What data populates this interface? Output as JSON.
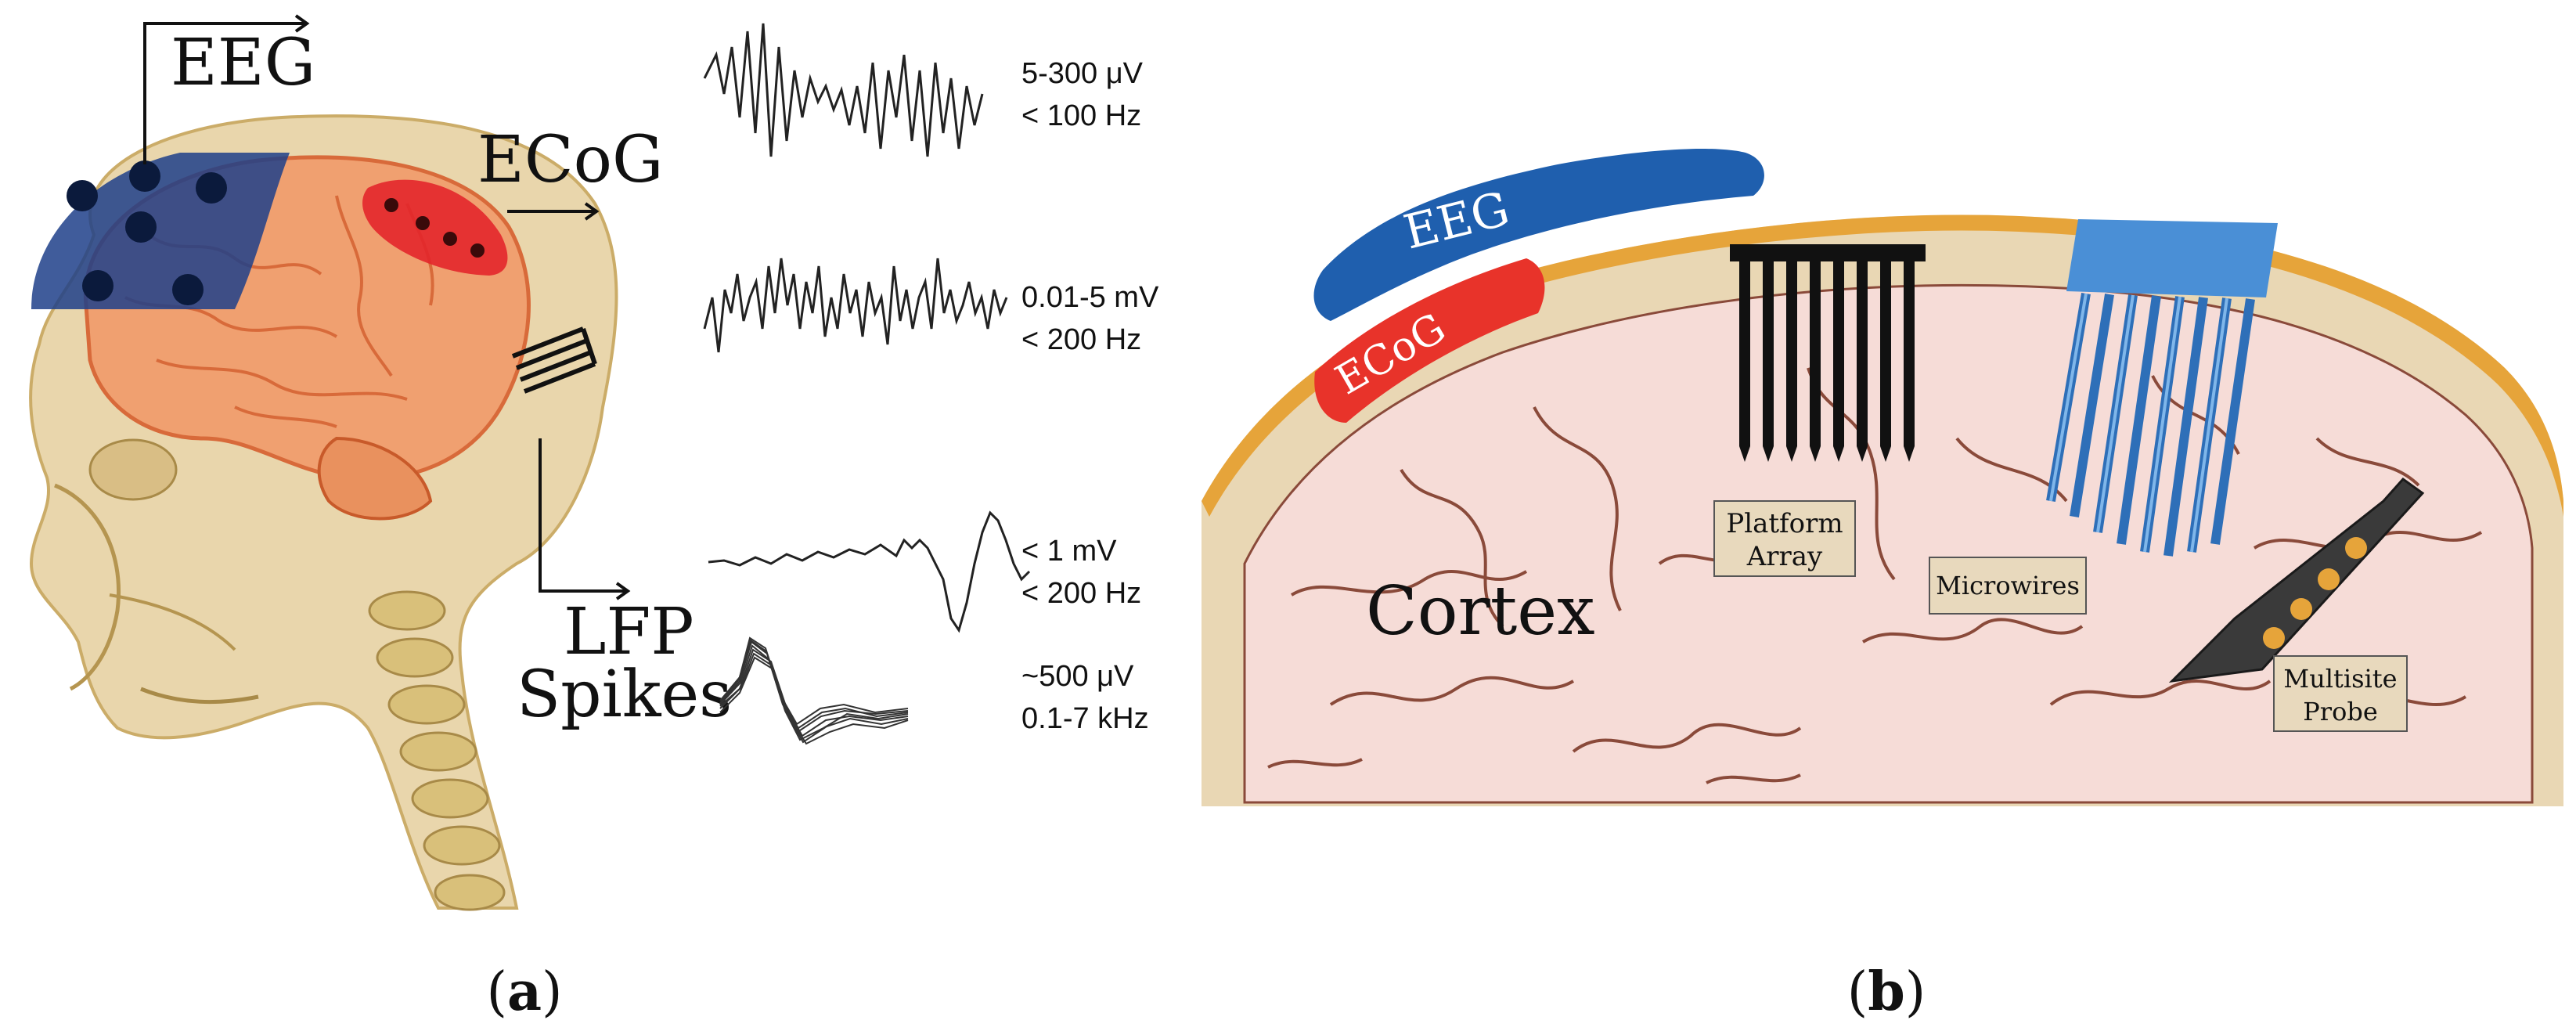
{
  "panel_a": {
    "labels": {
      "eeg": "EEG",
      "ecog": "ECoG",
      "lfp": "LFP",
      "spikes": "Spikes"
    },
    "signals": [
      {
        "amplitude": "5-300 μV",
        "frequency": "< 100 Hz"
      },
      {
        "amplitude": "0.01-5 mV",
        "frequency": "< 200 Hz"
      },
      {
        "amplitude": "< 1 mV",
        "frequency": "< 200 Hz"
      },
      {
        "amplitude": "~500 μV",
        "frequency": "0.1-7 kHz"
      }
    ],
    "caption": {
      "open": "(",
      "letter": "a",
      "close": ")"
    }
  },
  "panel_b": {
    "labels": {
      "eeg": "EEG",
      "ecog": "ECoG",
      "cortex": "Cortex",
      "platform_line1": "Platform",
      "platform_line2": "Array",
      "microwires": "Microwires",
      "multisite_line1": "Multisite",
      "multisite_line2": "Probe"
    },
    "caption": {
      "open": "(",
      "letter": "b",
      "close": ")"
    }
  },
  "colors": {
    "eeg_blue": "#1f5fae",
    "ecog_red": "#e8332a",
    "skull_orange": "#e6a43a",
    "cortex_pink": "#f6dcd7",
    "sulcus_brown": "#8a4a3a",
    "microwire_blue": "#4a8fd6",
    "label_box": "#e8d9bd"
  }
}
